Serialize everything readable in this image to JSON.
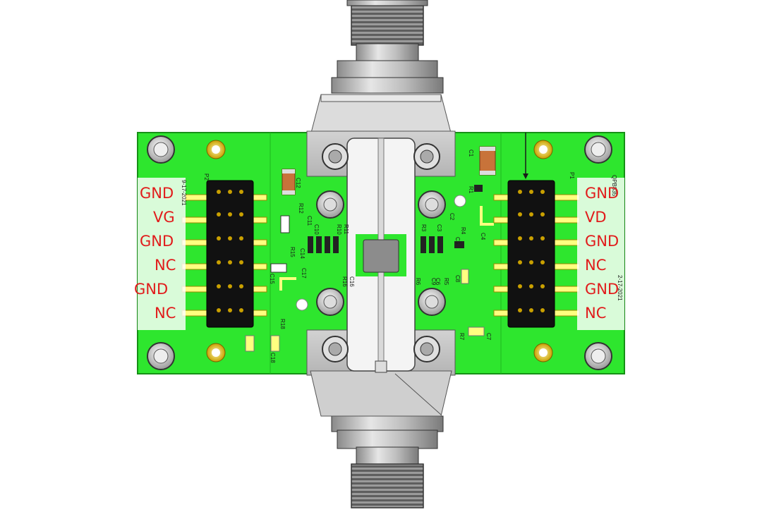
{
  "board": {
    "colors": {
      "pcb": "#2ee62e",
      "pcb_dark": "#1fb81f",
      "metal": "#c8c8c8",
      "header": "#111111",
      "pin": "#c9a000",
      "label": "#e11b1b"
    },
    "p2_labels": [
      "GND",
      "VG",
      "GND",
      "NC",
      "GND",
      "NC"
    ],
    "p1_labels": [
      "GND",
      "VD",
      "GND",
      "NC",
      "GND",
      "NC"
    ],
    "silkscreen": {
      "p2": "P2",
      "p1": "P1",
      "date_left": "9-17-2021",
      "date_right": "2-17-2021",
      "part_right": "QPB835",
      "refs": [
        "C12",
        "R12",
        "C11",
        "C10",
        "R10",
        "R11",
        "R15",
        "C14",
        "C17",
        "C15",
        "R16",
        "C16",
        "R18",
        "C18",
        "C1",
        "R1",
        "C2",
        "R3",
        "C3",
        "R4",
        "C4",
        "C5",
        "R6",
        "C6",
        "R5",
        "C8",
        "R7",
        "C7",
        "C9"
      ]
    }
  }
}
